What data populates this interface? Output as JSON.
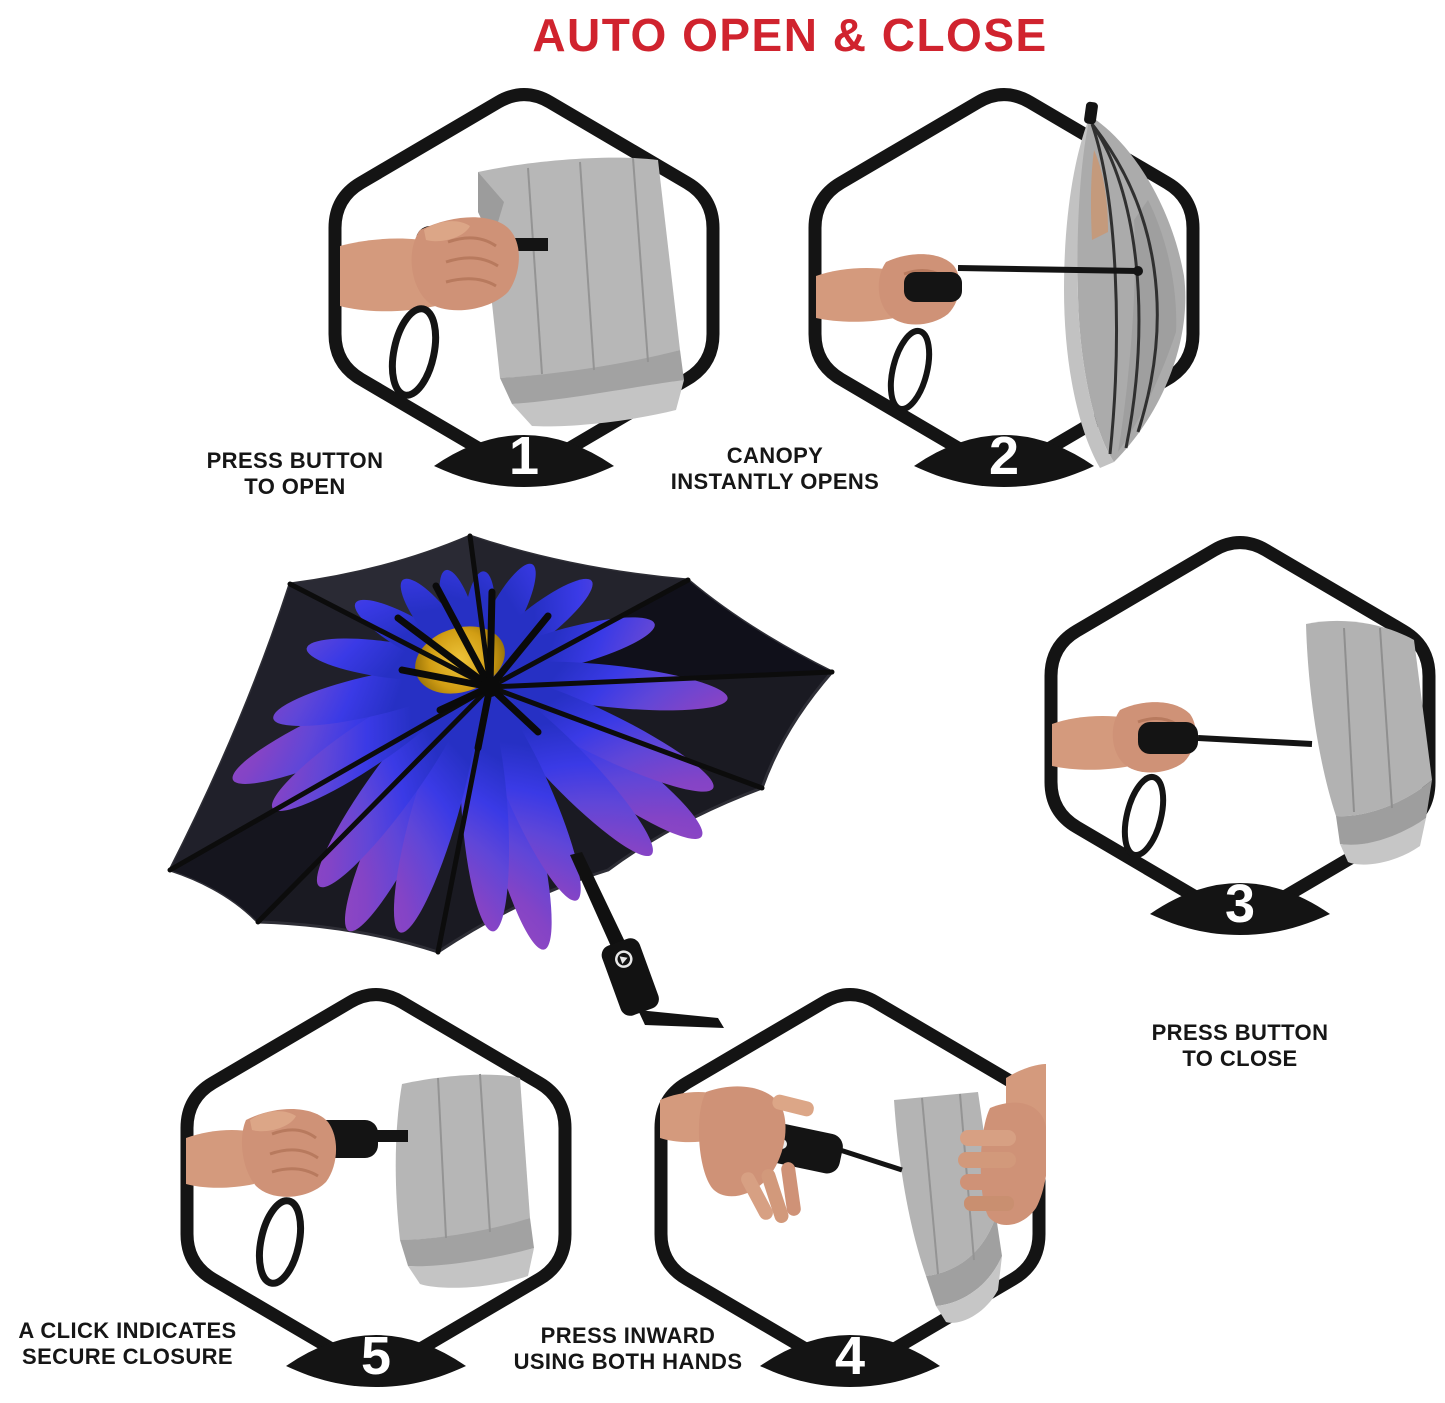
{
  "title": {
    "text": "AUTO OPEN & CLOSE"
  },
  "steps": [
    {
      "number": "1",
      "caption": [
        "PRESS BUTTON",
        "TO OPEN"
      ]
    },
    {
      "number": "2",
      "caption": [
        "CANOPY",
        "INSTANTLY OPENS"
      ]
    },
    {
      "number": "3",
      "caption": [
        "PRESS BUTTON",
        "TO CLOSE"
      ]
    },
    {
      "number": "4",
      "caption": [
        "PRESS INWARD",
        "USING BOTH HANDS"
      ]
    },
    {
      "number": "5",
      "caption": [
        "A CLICK INDICATES",
        "SECURE CLOSURE"
      ]
    }
  ],
  "colors": {
    "title_red": "#d0232e",
    "outline_black": "#141414",
    "canopy_gray": "#b5b5b5",
    "skin_tone": "#d49a7d",
    "umbrella_canopy_black": "#1a1a22",
    "flower_purple": "#9a49c0",
    "flower_blue": "#3a3ae6",
    "flower_gold": "#d29e14"
  }
}
